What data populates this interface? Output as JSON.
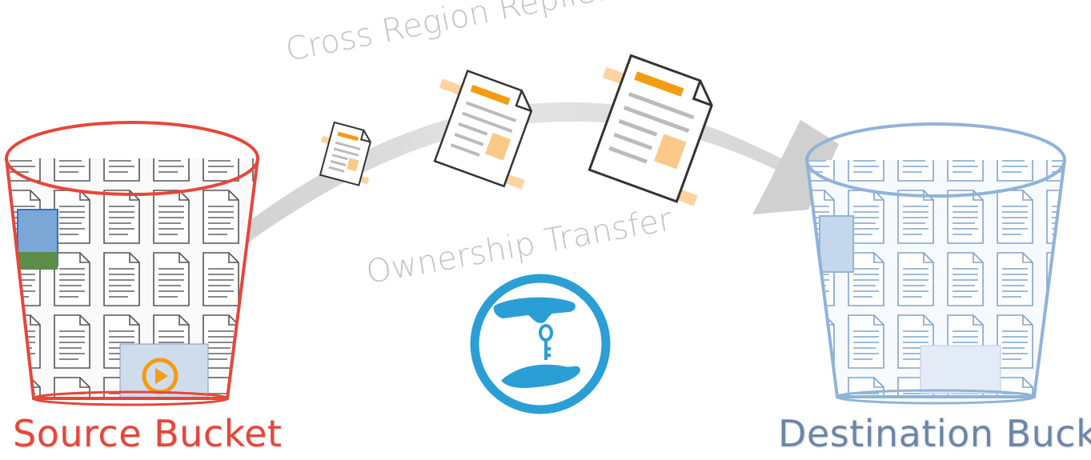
{
  "title": "",
  "labels": {
    "replication": "Cross Region Replication",
    "ownership": "Ownership Transfer",
    "source": "Source Bucket",
    "destination": "Destination Bucket"
  },
  "colors": {
    "source": "#e5473a",
    "destination": "#6b86a8",
    "destination_outline": "#8fb3d9",
    "arc": "#d9d9d9",
    "icon": "#2a9fd6",
    "doc_accent": "#f39c12",
    "doc_block": "#fbc987",
    "curve_label": "#c3c3c3"
  },
  "icons": {
    "source": "source-bucket-icon",
    "destination": "destination-bucket-icon",
    "ownership": "hand-over-key-icon",
    "document": "document-icon"
  }
}
